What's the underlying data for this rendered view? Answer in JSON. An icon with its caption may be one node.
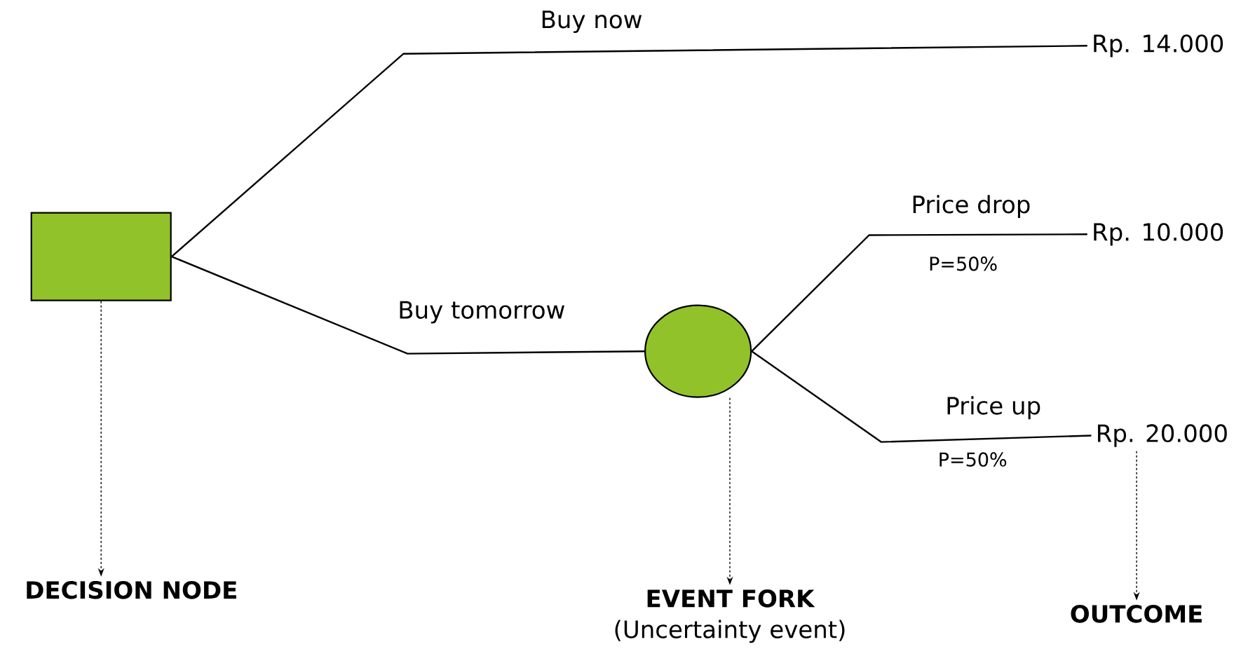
{
  "diagram": {
    "nodes": [
      {
        "text": [],
        "shape": "box"
      },
      {
        "text": [],
        "shape": "circle"
      },
      {
        "text": [
          "Rp. 14.000"
        ]
      },
      {
        "text": [
          "Rp. 10.000"
        ]
      },
      {
        "text": [
          "Rp. 20.000"
        ]
      },
      {
        "text": [
          "DECISION NODE"
        ]
      },
      {
        "text": [
          "EVENT FORK",
          "(Uncertainty event)"
        ]
      },
      {
        "text": [
          "OUTCOME"
        ]
      }
    ],
    "edges": [
      {
        "from": 0,
        "to": 2,
        "arrow": "none",
        "label": "Buy now"
      },
      {
        "from": 0,
        "to": 1,
        "arrow": "none",
        "label": "Buy tomorrow"
      },
      {
        "from": 1,
        "to": 3,
        "arrow": "none",
        "label": "Price drop"
      },
      {
        "from": 1,
        "to": 4,
        "arrow": "none",
        "label": "Price up"
      },
      {
        "from": 0,
        "to": 5,
        "arrow": "to",
        "style": "dashed"
      },
      {
        "from": 1,
        "to": 6,
        "arrow": "to",
        "style": "dashed"
      },
      {
        "from": 4,
        "to": 7,
        "arrow": "to",
        "style": "dashed"
      }
    ],
    "labels": [
      "P=50%",
      "P=50%"
    ]
  }
}
